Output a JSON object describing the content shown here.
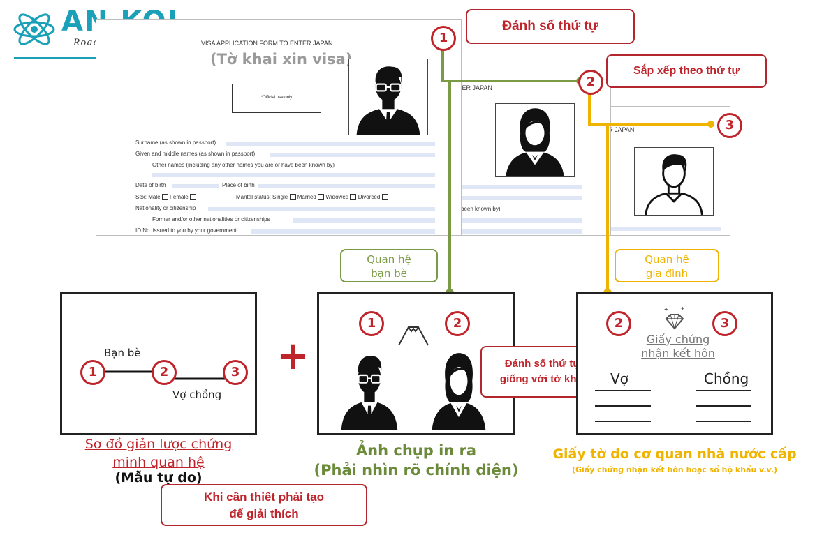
{
  "logo": {
    "name": "AN KOI",
    "tagline": "Road To Japan"
  },
  "form_main": {
    "title": "VISA APPLICATION FORM TO ENTER JAPAN",
    "subtitle": "(Tờ khai xin visa)",
    "official": "*Official use only",
    "fields": {
      "surname": "Surname (as shown in passport)",
      "given": "Given and middle names (as shown in passport)",
      "other": "Other names (including any other names you are or have been known by)",
      "dob": "Date of birth",
      "pob": "Place of birth",
      "sex": "Sex: Male",
      "female": "Female",
      "marital": "Marital status: Single",
      "married": "Married",
      "widowed": "Widowed",
      "divorced": "Divorced",
      "nationality": "Nationality or citizenship",
      "former": "Former and/or other nationalities or citizenships",
      "idno": "ID No. issued to you by your government"
    }
  },
  "form_second": {
    "title_fragment": "TER JAPAN",
    "field_fragment": "been known by)"
  },
  "form_third": {
    "title_fragment": "R JAPAN"
  },
  "callouts": {
    "number_order": "Đánh số thứ tự",
    "sort_order": "Sắp xếp theo thứ tự",
    "same_number": [
      "Đánh số thứ tự",
      "giống với tờ khai"
    ],
    "explain": [
      "Khi cần thiết phải tạo",
      "để giải thích"
    ]
  },
  "relations": {
    "friends": [
      "Quan hệ",
      "bạn bè"
    ],
    "family": [
      "Quan hệ",
      "gia đình"
    ]
  },
  "numbers": {
    "one": "1",
    "two": "2",
    "three": "3"
  },
  "diagram_box": {
    "friends_label": "Bạn bè",
    "spouse_label": "Vợ chồng"
  },
  "plus": "+",
  "certificate": {
    "title": [
      "Giấy chứng",
      "nhận kết hôn"
    ],
    "wife": "Vợ",
    "husband": "Chồng"
  },
  "captions": {
    "diagram": [
      "Sơ đồ giản lược chứng",
      "minh quan hệ"
    ],
    "diagram_note": "(Mẫu tự do)",
    "photo": "Ảnh chụp in ra",
    "photo_note": "(Phải nhìn rõ chính diện)",
    "docs": "Giấy tờ do cơ quan nhà nước cấp",
    "docs_note": "(Giấy chứng nhận kết hôn hoặc sổ hộ khẩu v.v.)"
  },
  "colors": {
    "red": "#c0242b",
    "green": "#7a9a45",
    "yellow": "#f0b400",
    "teal": "#1aa0b8"
  }
}
